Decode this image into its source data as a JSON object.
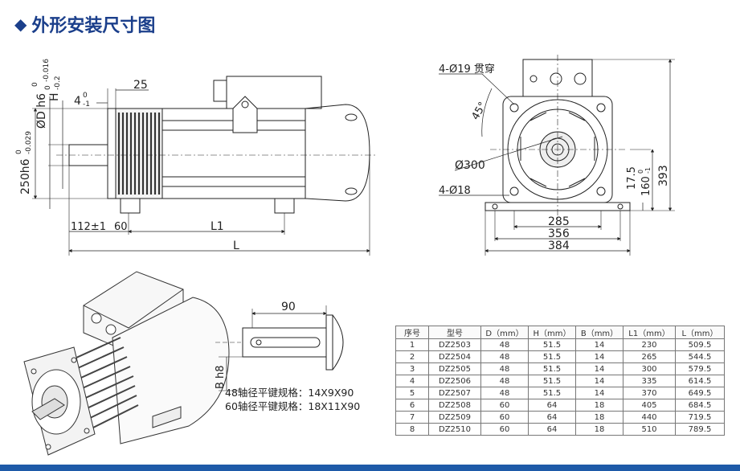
{
  "title": "外形安装尺寸图",
  "title_color": "#1b3f8b",
  "side_view": {
    "dim_D": "ØD h6",
    "dim_D_tol_upper": "0",
    "dim_D_tol_lower": "-0.016",
    "dim_H": "H",
    "dim_H_tol_upper": "0",
    "dim_H_tol_lower": "-0.2",
    "dim_4": "4",
    "dim_4_tol_upper": "0",
    "dim_4_tol_lower": "-1",
    "dim_25": "25",
    "dim_250": "250h6",
    "dim_250_tol_upper": "0",
    "dim_250_tol_lower": "-0.029",
    "dim_112": "112±1",
    "dim_60": "60",
    "dim_L1": "L1",
    "dim_L": "L"
  },
  "front_view": {
    "holes_top": "4-Ø19 贯穿",
    "angle": "45°",
    "dia_300": "Ø300",
    "holes_bottom": "4-Ø18",
    "dim_17_5": "17.5",
    "dim_160": "160",
    "dim_160_tol_upper": "0",
    "dim_160_tol_lower": "-1",
    "dim_393": "393",
    "dim_285": "285",
    "dim_356": "356",
    "dim_384": "384"
  },
  "shaft_detail": {
    "dim_90": "90",
    "dim_B": "B h8"
  },
  "notes": {
    "line1": "48轴径平键规格：14X9X90",
    "line2": "60轴径平键规格：18X11X90"
  },
  "table": {
    "headers": [
      "序号",
      "型号",
      "D（mm）",
      "H（mm）",
      "B（mm）",
      "L1（mm）",
      "L（mm）"
    ],
    "rows": [
      [
        "1",
        "DZ2503",
        "48",
        "51.5",
        "14",
        "230",
        "509.5"
      ],
      [
        "2",
        "DZ2504",
        "48",
        "51.5",
        "14",
        "265",
        "544.5"
      ],
      [
        "3",
        "DZ2505",
        "48",
        "51.5",
        "14",
        "300",
        "579.5"
      ],
      [
        "4",
        "DZ2506",
        "48",
        "51.5",
        "14",
        "335",
        "614.5"
      ],
      [
        "5",
        "DZ2507",
        "48",
        "51.5",
        "14",
        "370",
        "649.5"
      ],
      [
        "6",
        "DZ2508",
        "60",
        "64",
        "18",
        "405",
        "684.5"
      ],
      [
        "7",
        "DZ2509",
        "60",
        "64",
        "18",
        "440",
        "719.5"
      ],
      [
        "8",
        "DZ2510",
        "60",
        "64",
        "18",
        "510",
        "789.5"
      ]
    ]
  },
  "bar_color": "#1e5aa8"
}
